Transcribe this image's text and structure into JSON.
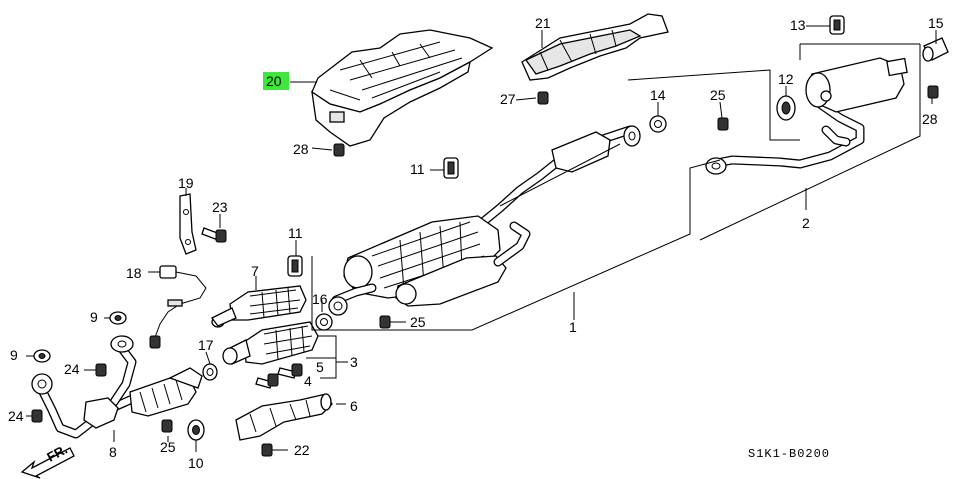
{
  "diagram": {
    "reference_code": "S1K1-B0200",
    "direction_label": "FR.",
    "highlighted_callout": "20",
    "highlight_color": "#3ee63e",
    "callouts": {
      "c1": "1",
      "c2": "2",
      "c3": "3",
      "c4": "4",
      "c5": "5",
      "c6": "6",
      "c7": "7",
      "c8": "8",
      "c9a": "9",
      "c9b": "9",
      "c10": "10",
      "c11a": "11",
      "c11b": "11",
      "c12": "12",
      "c13": "13",
      "c14": "14",
      "c15": "15",
      "c16": "16",
      "c17": "17",
      "c18": "18",
      "c19": "19",
      "c20": "20",
      "c21": "21",
      "c22": "22",
      "c23": "23",
      "c24a": "24",
      "c24b": "24",
      "c25a": "25",
      "c25b": "25",
      "c25c": "25",
      "c27": "27",
      "c28a": "28",
      "c28b": "28"
    }
  }
}
